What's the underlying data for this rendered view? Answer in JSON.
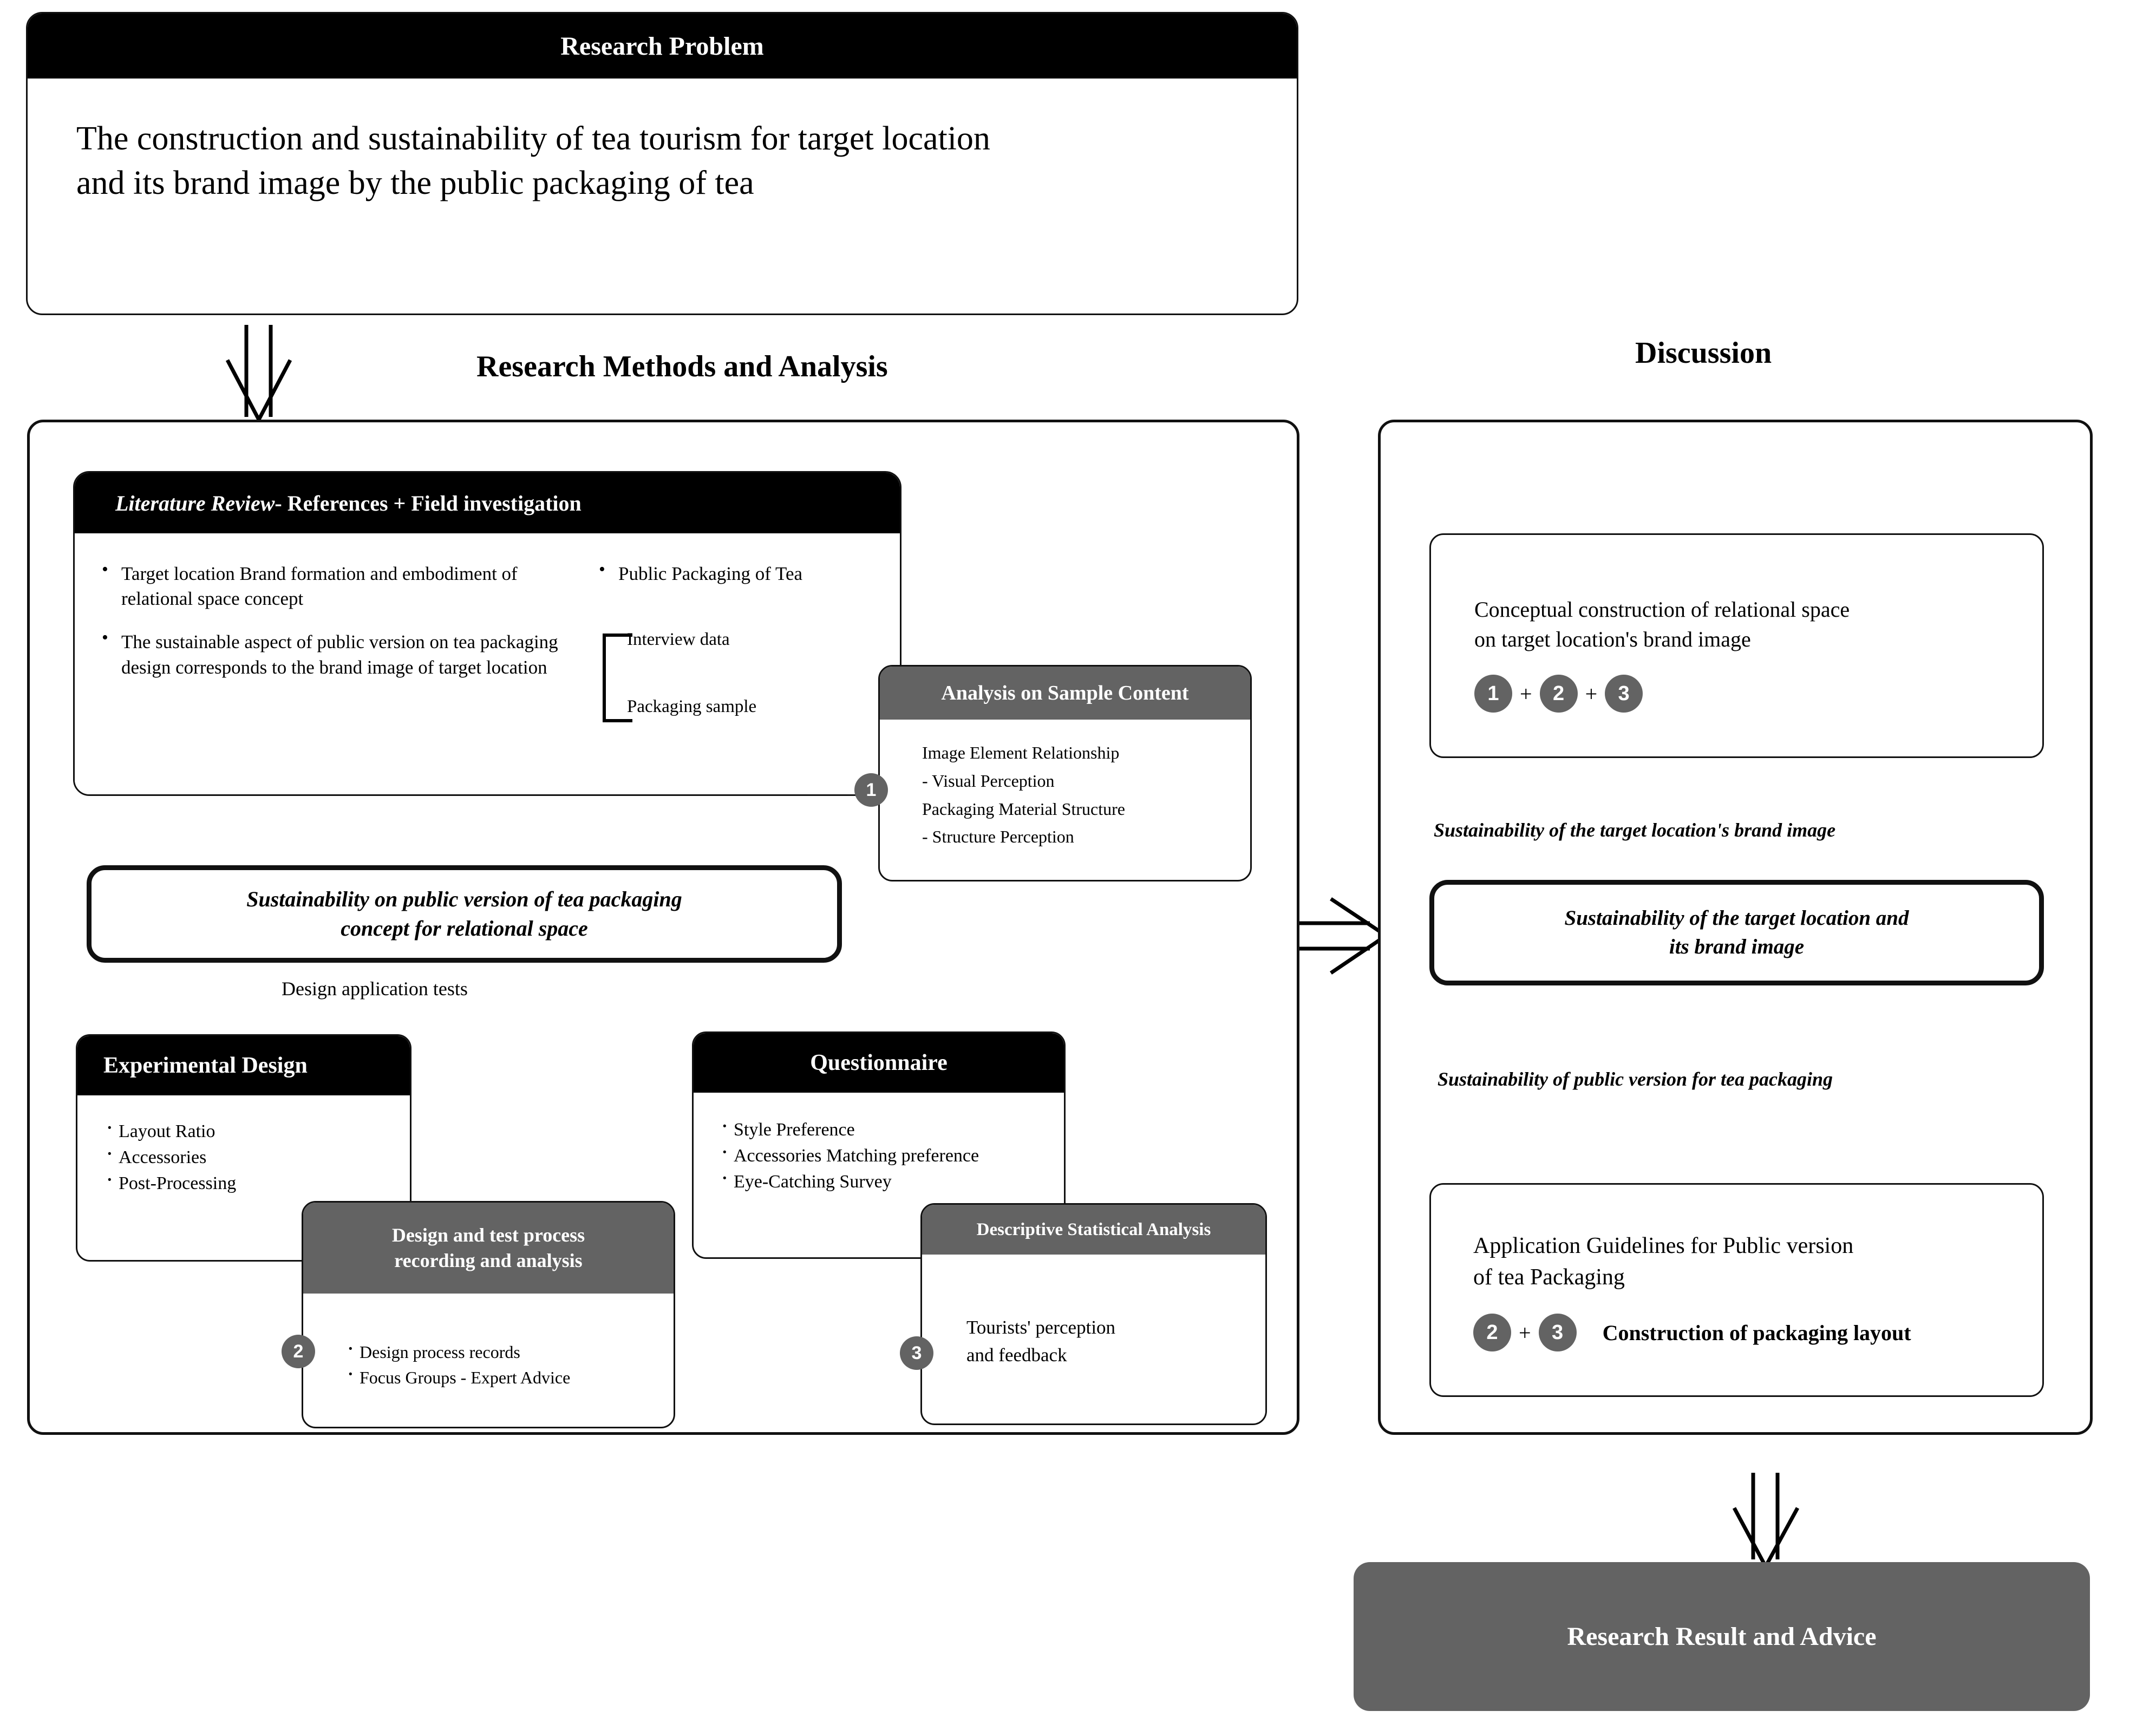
{
  "colors": {
    "black": "#000000",
    "gray": "#636363",
    "white": "#ffffff"
  },
  "problem": {
    "title": "Research Problem",
    "body_line1": "The construction and sustainability of tea  tourism for target location",
    "body_line2": "and its brand image  by the public packaging of tea"
  },
  "headings": {
    "methods": "Research Methods and Analysis",
    "discussion": "Discussion"
  },
  "literature_review": {
    "title_italic": "Literature Review",
    "title_rest": " - References + Field investigation",
    "bullets_left": [
      "Target location Brand formation and embodiment of relational space concept",
      "The sustainable aspect of public version on tea packaging design corresponds to the brand image of target location"
    ],
    "bullets_right": [
      "Public Packaging of Tea"
    ],
    "bracket_items": [
      "Interview data",
      "Packaging sample"
    ]
  },
  "analysis_sample": {
    "title": "Analysis on Sample Content",
    "lines": [
      "Image Element Relationship",
      "- Visual Perception",
      "Packaging Material Structure",
      "- Structure Perception"
    ],
    "badge": "1"
  },
  "sustainability_concept": {
    "line1": "Sustainability on public version of tea packaging",
    "line2": "concept for relational space"
  },
  "edges": {
    "design_application_tests": "Design application tests"
  },
  "experimental_design": {
    "title": "Experimental Design",
    "items": [
      "Layout Ratio",
      "Accessories",
      "Post-Processing"
    ]
  },
  "design_test_process": {
    "title_line1": "Design and test process",
    "title_line2": "recording and analysis",
    "items": [
      "Design process records",
      "Focus Groups - Expert Advice"
    ],
    "badge": "2"
  },
  "questionnaire": {
    "title": "Questionnaire",
    "items": [
      "Style Preference",
      "Accessories Matching preference",
      "Eye-Catching Survey"
    ]
  },
  "descriptive_analysis": {
    "title": "Descriptive Statistical Analysis",
    "line1": "Tourists' perception",
    "line2": "and feedback",
    "badge": "3"
  },
  "conceptual_construction": {
    "line1": "Conceptual construction of relational space",
    "line2": "on target location's brand image",
    "badges": [
      "1",
      "2",
      "3"
    ],
    "plus": "+"
  },
  "discussion_edge_labels": {
    "top": "Sustainability of the target location's brand image",
    "bottom": "Sustainability of public version for tea packaging"
  },
  "sustainability_target": {
    "line1": "Sustainability of the target location and",
    "line2": "its brand image"
  },
  "application_guidelines": {
    "line1": "Application Guidelines for Public version",
    "line2": "of tea Packaging",
    "badges": [
      "2",
      "3"
    ],
    "plus": "+",
    "note": "Construction of packaging layout"
  },
  "research_result": {
    "title": "Research Result and  Advice"
  }
}
